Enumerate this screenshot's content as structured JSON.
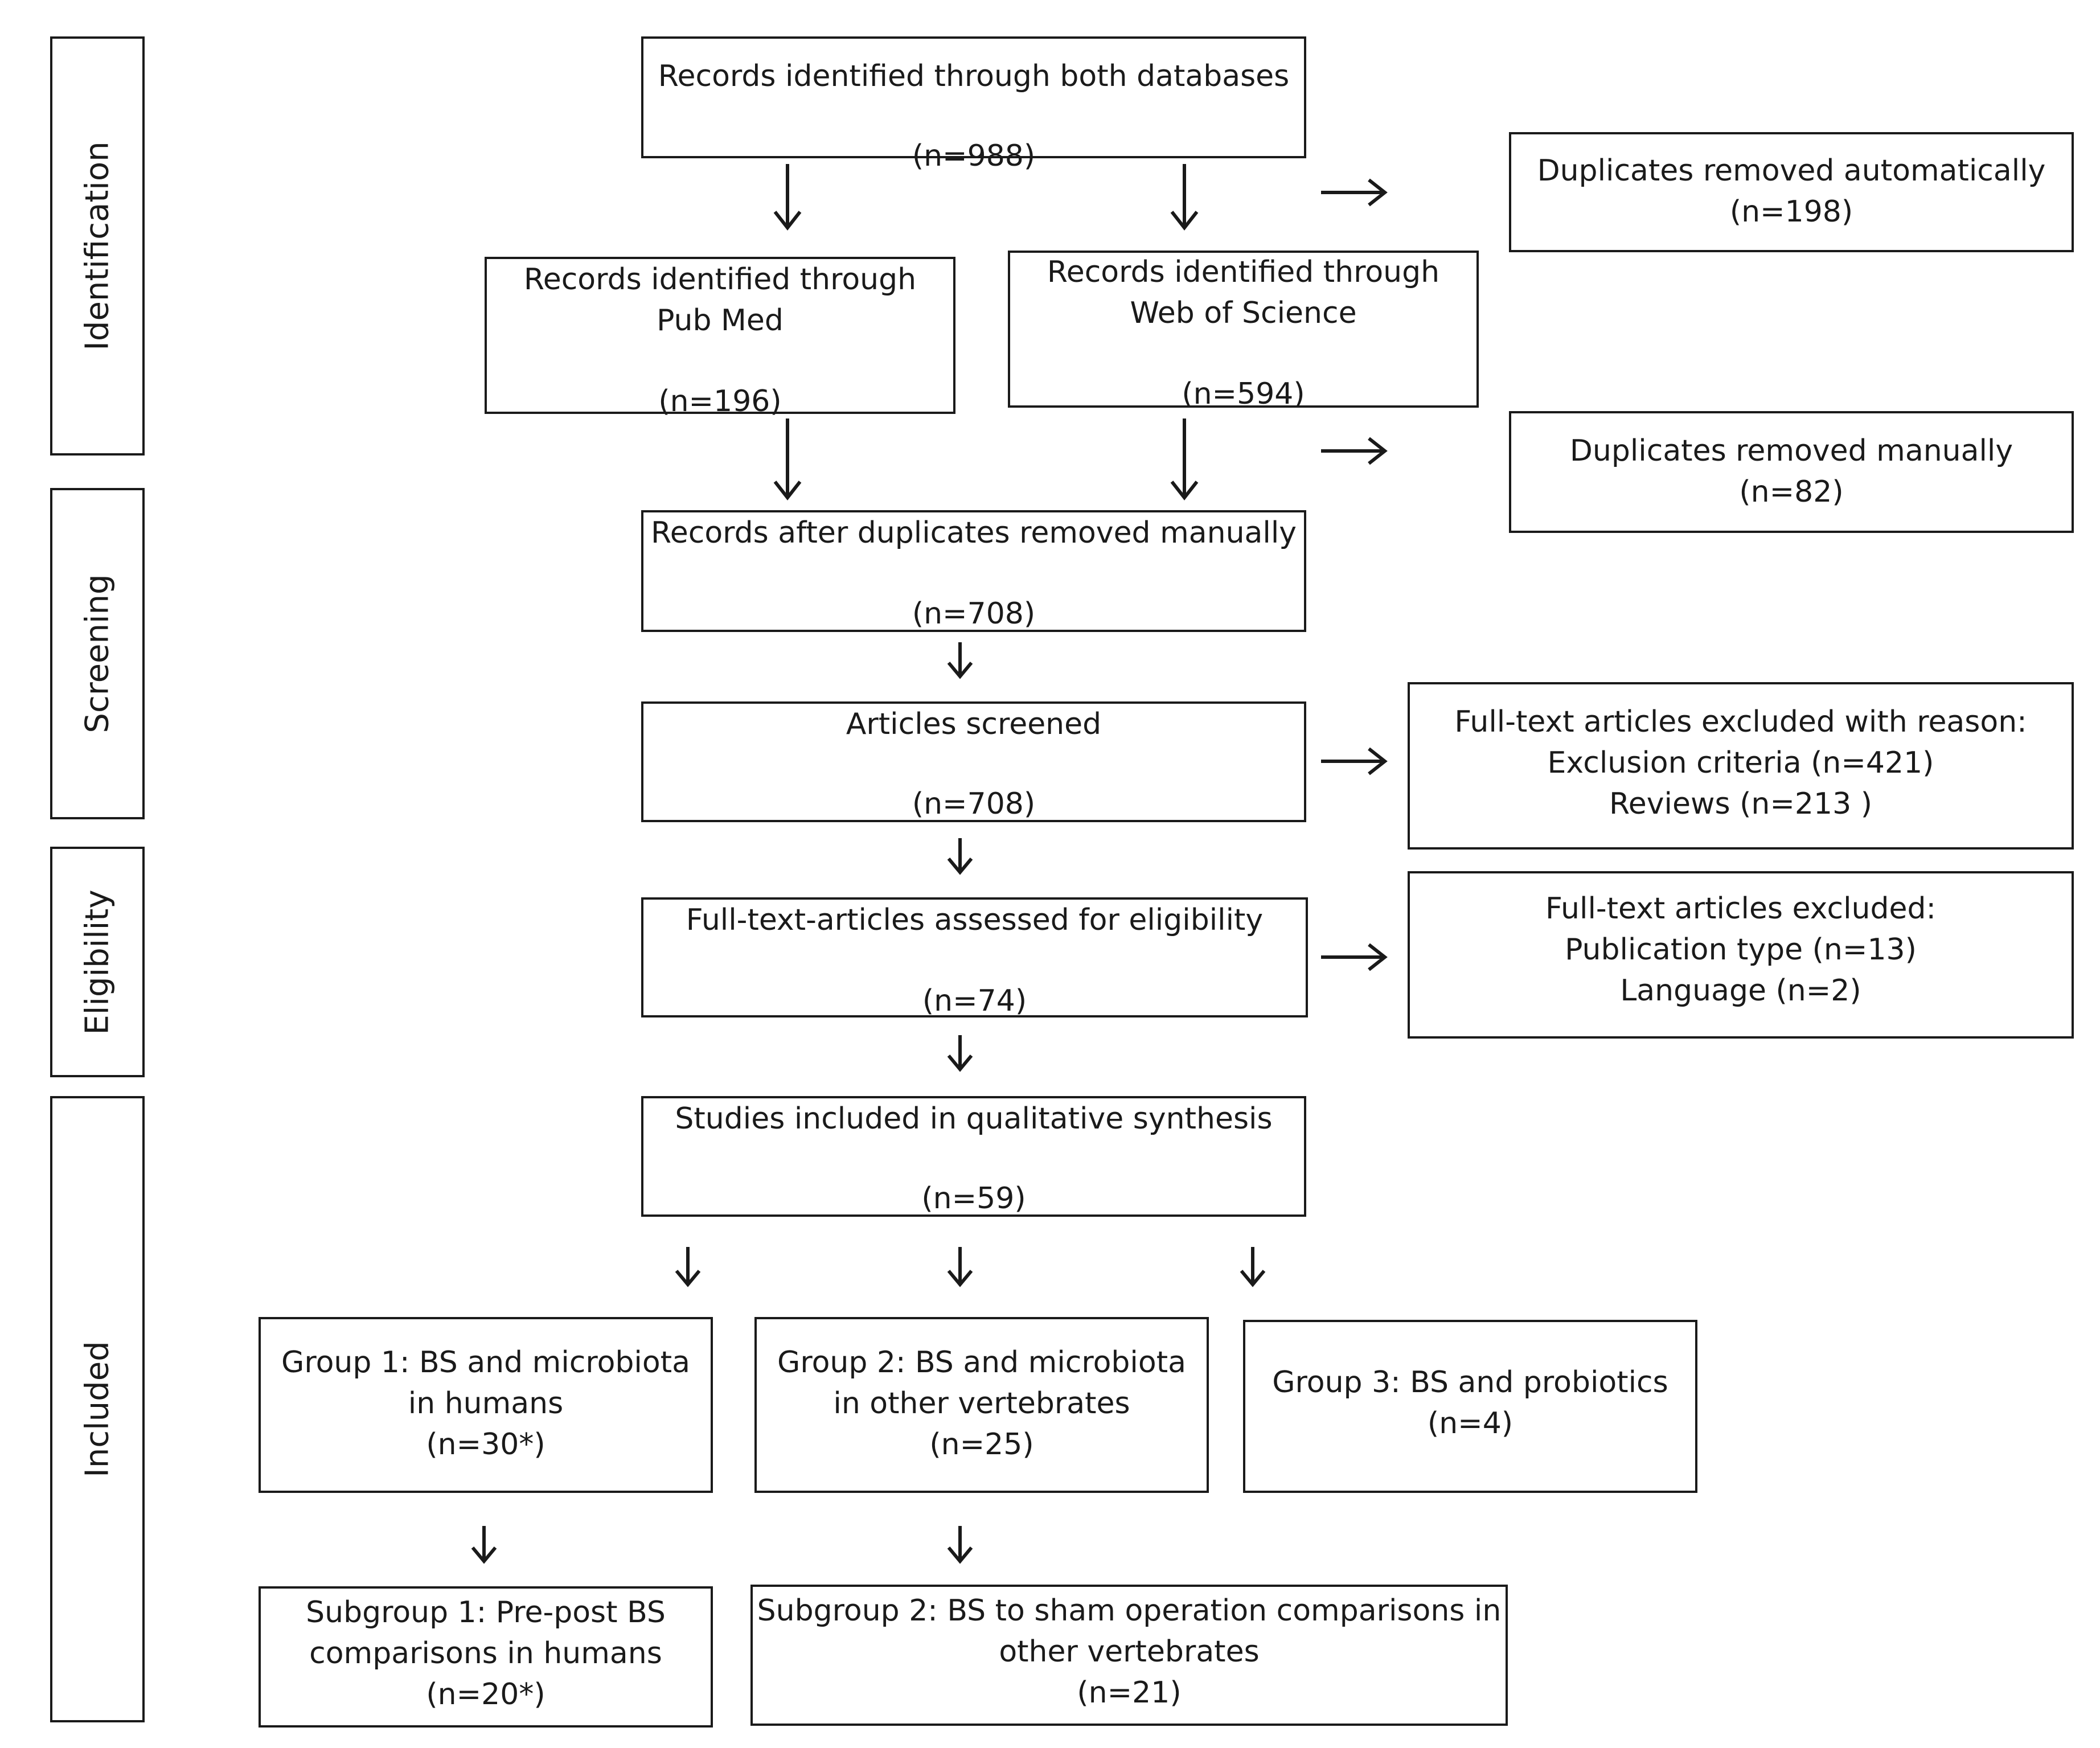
{
  "stages": {
    "identification": "Identification",
    "screening": "Screening",
    "eligibility": "Eligibility",
    "included": "Included"
  },
  "boxes": {
    "both_db": {
      "line1": "Records identified through both databases",
      "count": "(n=988)"
    },
    "dup_auto": {
      "line1": "Duplicates removed automatically",
      "count": "(n=198)"
    },
    "pubmed": {
      "line1": "Records identified through",
      "line2": "Pub Med",
      "count": "(n=196)"
    },
    "wos": {
      "line1": "Records identified through",
      "line2": "Web of Science",
      "count": "(n=594)"
    },
    "dup_manual": {
      "line1": "Duplicates removed manually",
      "count": "(n=82)"
    },
    "after_dup": {
      "line1": "Records after duplicates removed manually",
      "count": "(n=708)"
    },
    "screened": {
      "line1": "Articles screened",
      "count": "(n=708)"
    },
    "excluded_reason": {
      "line1": "Full-text articles excluded with reason:",
      "line2": "Exclusion criteria (n=421)",
      "line3": "Reviews (n=213 )"
    },
    "eligibility": {
      "line1": "Full-text-articles assessed for eligibility",
      "count": "(n=74)"
    },
    "excluded": {
      "line1": "Full-text articles excluded:",
      "line2": "Publication type (n=13)",
      "line3": "Language (n=2)"
    },
    "included": {
      "line1": "Studies included in qualitative synthesis",
      "count": "(n=59)"
    },
    "group1": {
      "line1": "Group 1: BS and microbiota",
      "line2": "in humans",
      "count": "(n=30*)"
    },
    "group2": {
      "line1": "Group 2: BS and microbiota",
      "line2": "in other vertebrates",
      "count": "(n=25)"
    },
    "group3": {
      "line1": "Group 3: BS and probiotics",
      "count": "(n=4)"
    },
    "subgroup1": {
      "line1": "Subgroup 1: Pre-post BS",
      "line2": "comparisons in humans",
      "count": "(n=20*)"
    },
    "subgroup2": {
      "line1": "Subgroup 2: BS to sham operation comparisons in",
      "line2": "other vertebrates",
      "count": "(n=21)"
    }
  }
}
